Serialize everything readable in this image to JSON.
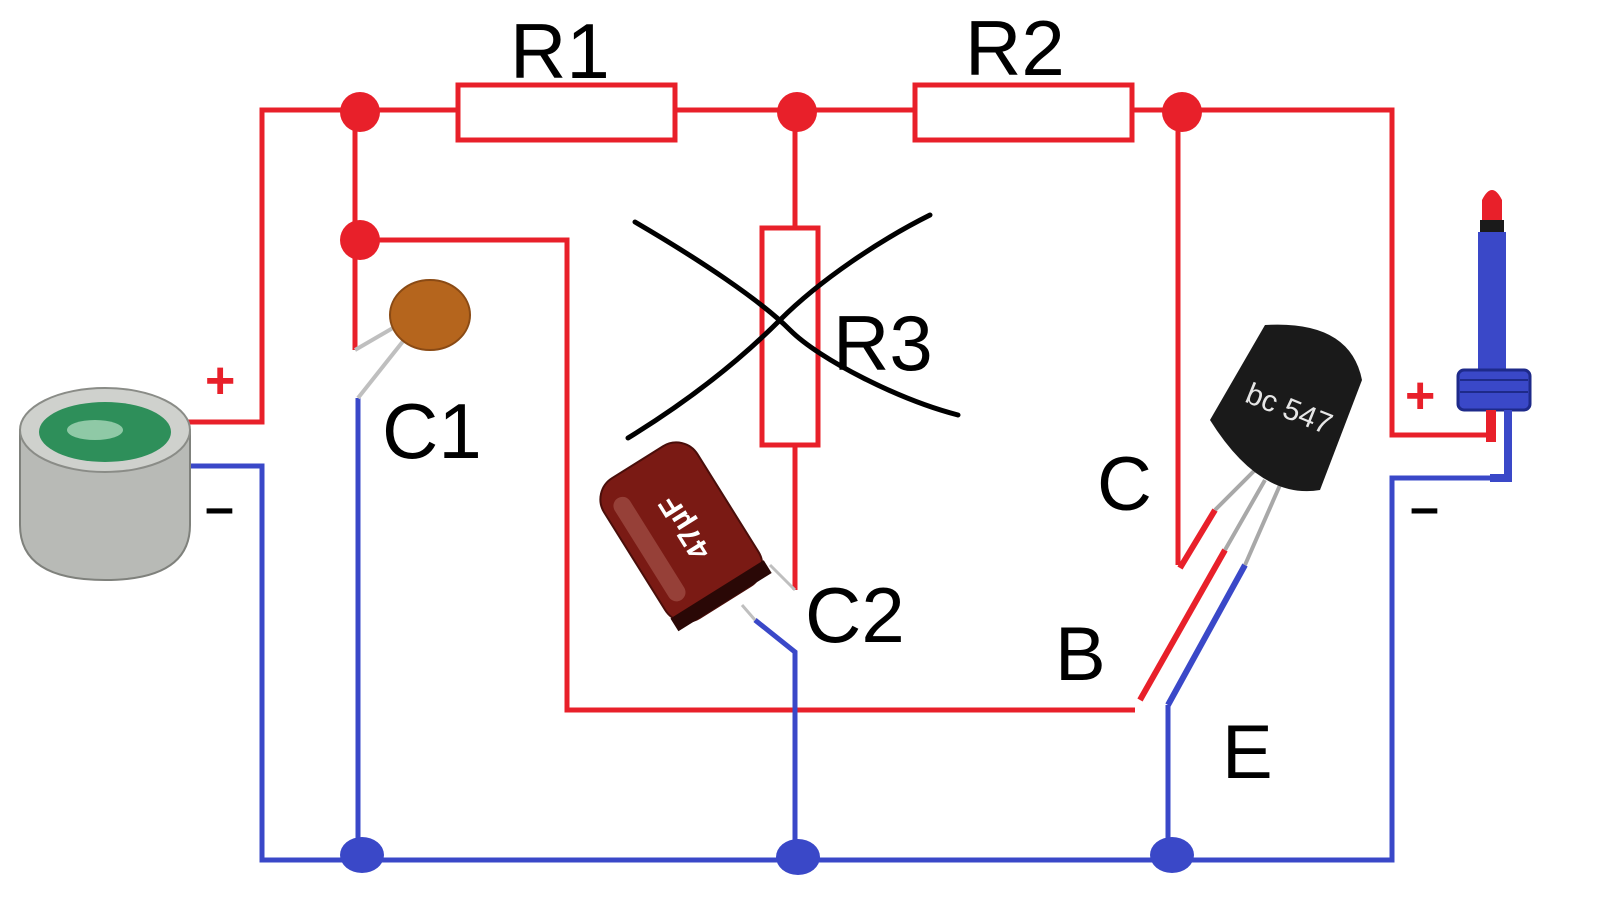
{
  "labels": {
    "r1": "R1",
    "r2": "R2",
    "r3": "R3",
    "c1": "C1",
    "c2": "C2",
    "pin_c": "C",
    "pin_b": "B",
    "pin_e": "E",
    "mic_plus": "+",
    "mic_minus": "–",
    "out_plus": "+",
    "out_minus": "–",
    "cap_value": "47µF",
    "transistor_marking": "bc 547"
  },
  "colors": {
    "positive_wire": "#e8202a",
    "ground_wire": "#3a48c8",
    "cross_mark": "#000000",
    "electrolytic": "#7a1a14",
    "ceramic": "#b5651d",
    "transistor": "#1a1a1a",
    "jack_body": "#3a48c8"
  }
}
